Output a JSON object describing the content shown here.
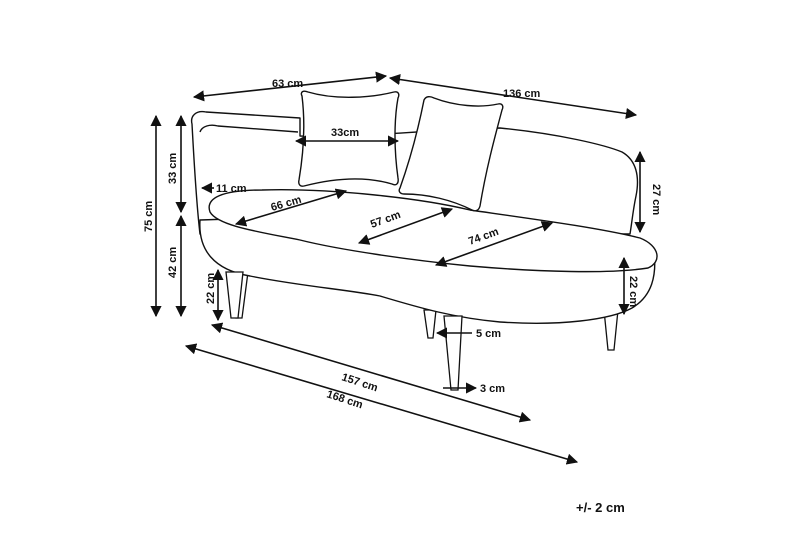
{
  "labels": {
    "back_width": "63 cm",
    "total_length_top": "136 cm",
    "pillow_width": "33cm",
    "pillow_height": "33 cm",
    "total_height": "75 cm",
    "arm_thickness": "11 cm",
    "seat_height": "42 cm",
    "arm_end_height": "27 cm",
    "seat_depth_left": "66 cm",
    "seat_depth_mid": "57 cm",
    "seat_depth_right": "74 cm",
    "leg_height_left": "22 cm",
    "leg_height_right": "22 cm",
    "leg_top_diameter": "5 cm",
    "leg_bottom_diameter": "3 cm",
    "seat_length": "157 cm",
    "total_length": "168 cm",
    "tolerance": "+/- 2 cm"
  }
}
